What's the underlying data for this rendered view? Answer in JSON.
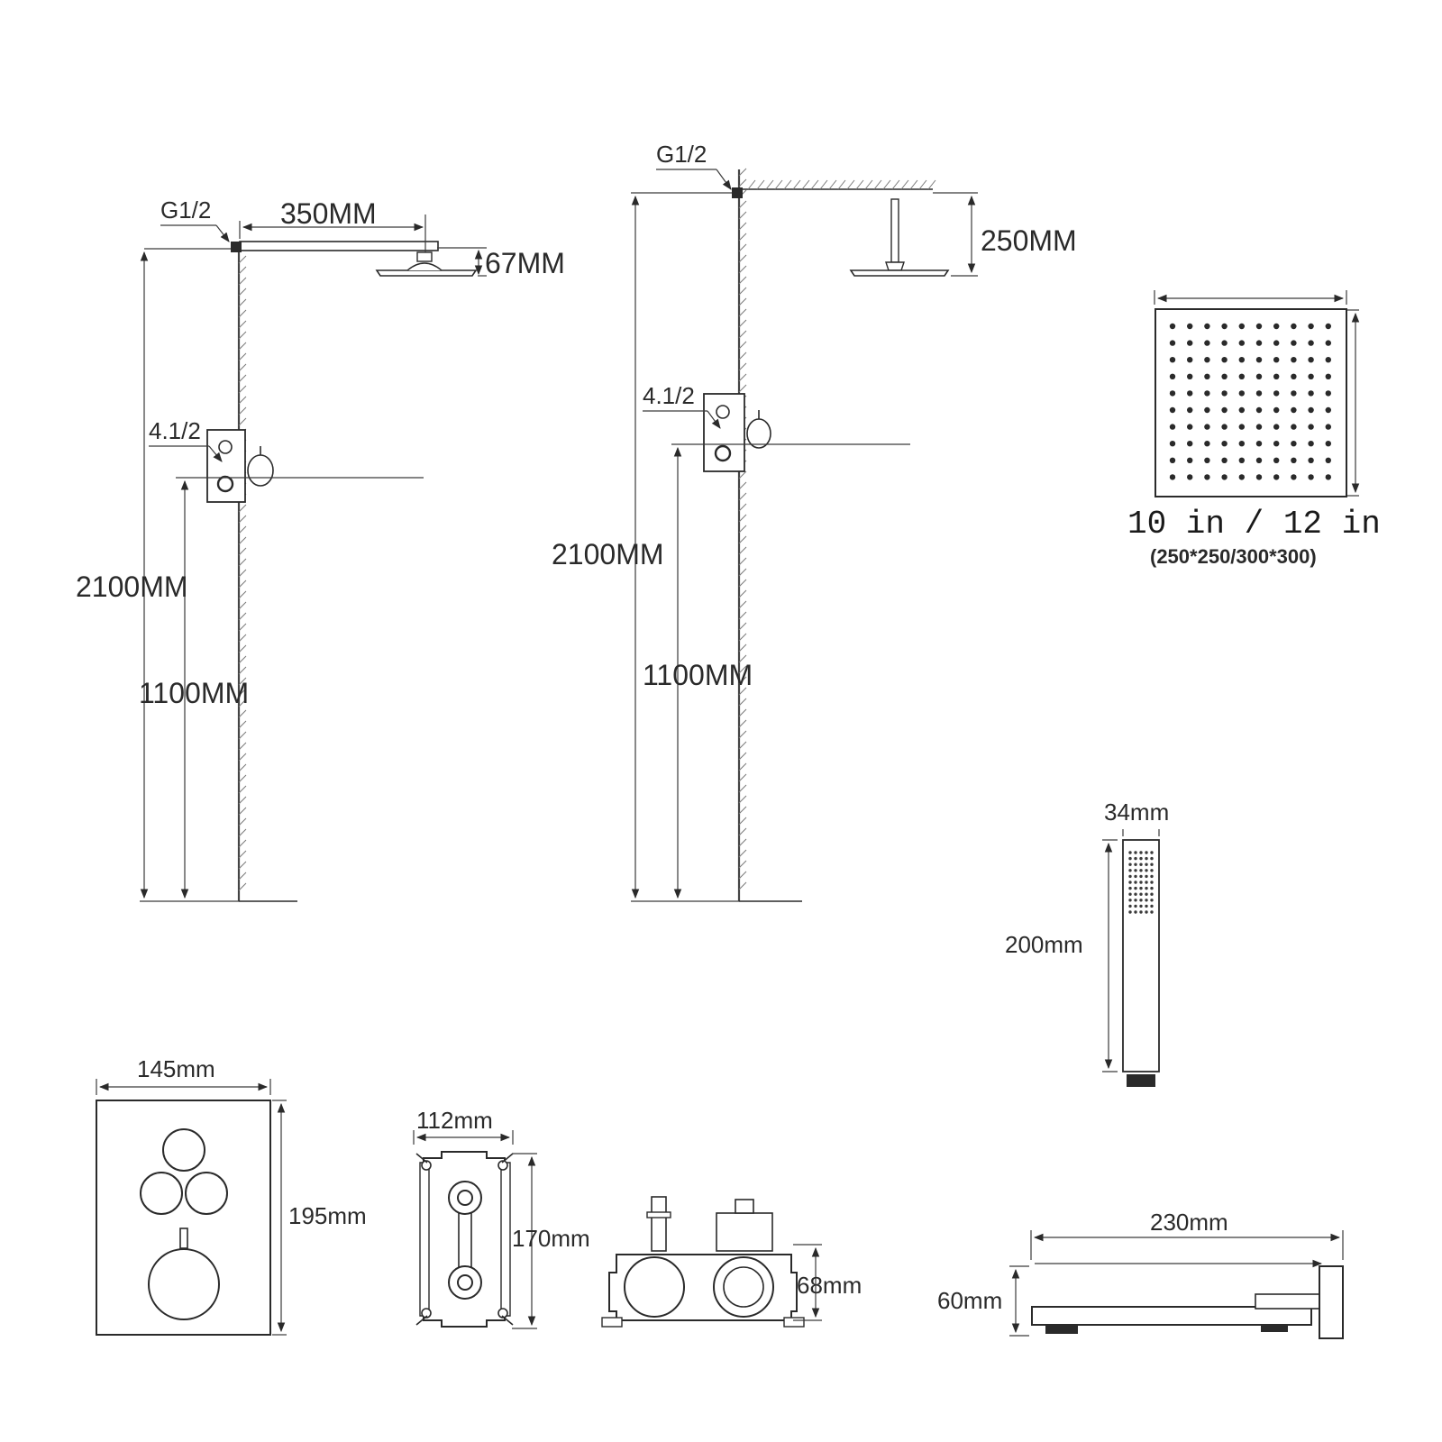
{
  "wall_mount_view": {
    "inlet_label": "G1/2",
    "arm_length": "350MM",
    "head_height": "67MM",
    "outlet_label": "4.1/2",
    "overall_height": "2100MM",
    "valve_height": "1100MM"
  },
  "ceiling_mount_view": {
    "inlet_label": "G1/2",
    "drop_length": "250MM",
    "outlet_label": "4.1/2",
    "overall_height": "2100MM",
    "valve_height": "1100MM"
  },
  "shower_head": {
    "size_label": "10 in / 12 in",
    "size_mm": "(250*250/300*300)"
  },
  "hand_shower": {
    "width": "34mm",
    "length": "200mm"
  },
  "control_panel": {
    "width": "145mm",
    "height": "195mm"
  },
  "valve_body": {
    "width": "112mm",
    "height": "170mm",
    "depth": "68mm"
  },
  "spout": {
    "length": "230mm",
    "height": "60mm"
  }
}
